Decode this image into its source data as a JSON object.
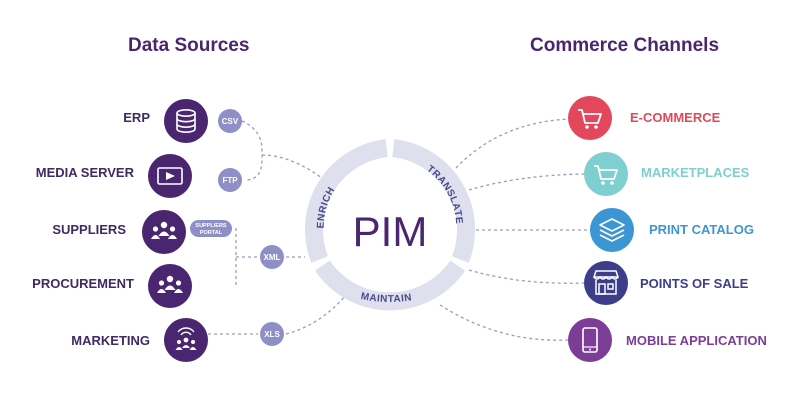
{
  "sources_title": "Data Sources",
  "channels_title": "Commerce Channels",
  "center": {
    "label": "PIM",
    "enrich": "ENRICH",
    "translate": "TRANSLATE",
    "maintain": "MAINTAIN"
  },
  "sources": [
    {
      "label": "ERP",
      "icon": "database-icon"
    },
    {
      "label": "MEDIA SERVER",
      "icon": "video-play-icon"
    },
    {
      "label": "SUPPLIERS",
      "icon": "people-group-icon"
    },
    {
      "label": "PROCUREMENT",
      "icon": "people-group-icon"
    },
    {
      "label": "MARKETING",
      "icon": "broadcast-people-icon"
    }
  ],
  "connectors": {
    "csv": "CSV",
    "ftp": "FTP",
    "suppliers_portal_line1": "SUPPLIERS",
    "suppliers_portal_line2": "PORTAL",
    "xml": "XML",
    "xls": "XLS"
  },
  "channels": [
    {
      "label": "E-COMMERCE",
      "icon": "shopping-cart-icon",
      "color": "#e2475b"
    },
    {
      "label": "MARKETPLACES",
      "icon": "shopping-cart-icon",
      "color": "#7ecfcf"
    },
    {
      "label": "PRINT CATALOG",
      "icon": "layers-icon",
      "color": "#3c96d4"
    },
    {
      "label": "POINTS OF SALE",
      "icon": "storefront-icon",
      "color": "#3d3d8a"
    },
    {
      "label": "MOBILE APPLICATION",
      "icon": "smartphone-icon",
      "color": "#7c3d96"
    }
  ],
  "colors": {
    "title": "#4a2570",
    "source_circle": "#4a2570",
    "connector_badge": "#8f8fc8",
    "ring": "#dfe0ee",
    "ring_text": "#4a4a8a",
    "pim_text": "#4a2570",
    "dashed_line": "#9a9ac8"
  }
}
